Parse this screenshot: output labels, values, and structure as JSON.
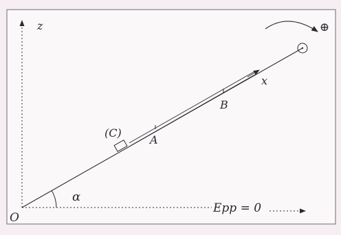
{
  "diagram": {
    "axis_z": "z",
    "axis_x": "x",
    "origin": "O",
    "angle": "α",
    "point_a": "A",
    "point_b": "B",
    "object_c": "(C)",
    "reference_label": "Epp = 0",
    "rotation_sign": "⊕",
    "colors": {
      "ink": "#2a2a2e",
      "frame": "#8a7f86",
      "background": "#f6eef3",
      "panel": "#fbf8fa"
    }
  }
}
